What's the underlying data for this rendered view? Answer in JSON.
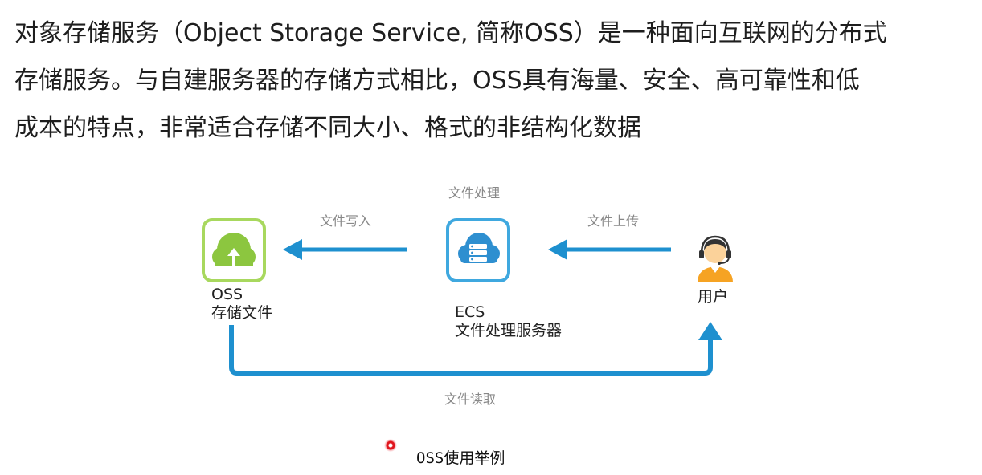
{
  "intro": {
    "line1": "对象存储服务（Object Storage Service, 简称OSS）是一种面向互联网的分布式",
    "line2": "存储服务。与自建服务器的存储方式相比，OSS具有海量、安全、高可靠性和低",
    "line3": "成本的特点，非常适合存储不同大小、格式的非结构化数据"
  },
  "diagram": {
    "oss": {
      "title": "OSS",
      "subtitle": "存储文件",
      "icon": "green-cloud-upload-icon"
    },
    "ecs": {
      "title": "ECS",
      "subtitle": "文件处理服务器",
      "icon": "blue-cloud-server-icon",
      "top_label": "文件处理"
    },
    "user": {
      "title": "用户",
      "icon": "headset-user-icon"
    },
    "arrows": {
      "upload": "文件上传",
      "write": "文件写入",
      "read": "文件读取"
    },
    "colors": {
      "arrow": "#1e90cf",
      "oss_green": "#8cc63f",
      "ecs_blue": "#3fa8df",
      "user_orange": "#f6a323"
    }
  },
  "caption": "OSS使用举例"
}
